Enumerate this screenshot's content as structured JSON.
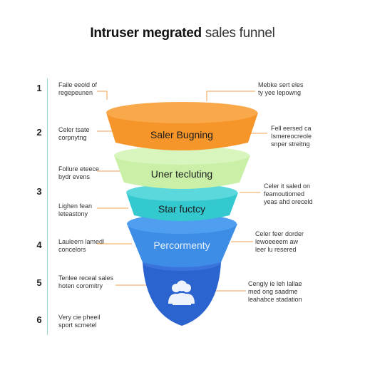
{
  "title": {
    "bold": "Intruser megrated",
    "light": " sales funnel"
  },
  "numbers": [
    "1",
    "2",
    "3",
    "4",
    "5",
    "6"
  ],
  "stages": [
    {
      "label": "Saler Bugning",
      "color": "#f6962a"
    },
    {
      "label": "Uner tecluting",
      "color": "#c9f0a6"
    },
    {
      "label": "Star fuctcy",
      "color": "#34c8cf"
    },
    {
      "label": "Percormenty",
      "color": "#3d8de6"
    },
    {
      "label": "",
      "color": "#2b63cf"
    }
  ],
  "left_notes": [
    "Faile eeold of\nregepeunen",
    "Celer tsate\ncorpnytng",
    "Follure eteece\nbydr evens",
    "Lighen fean\nleteastony",
    "Lauleern lamedl\nconcelors",
    "Tenlee receal sales\nhoten coromitry",
    "Very cie pheeil\nsport scmetel"
  ],
  "right_notes": [
    "Mebke sert eles\nty yee lepowng",
    "Fell eersed ca\nIsmereocreole\nsnper streitng",
    "Celer it saled on\nfeamoutiomed\nyeas ahd oreceld",
    "Celer feer dorder\nlewoeeeem aw\nleer lu resered",
    "Cengly ie leh lallae\nmed ong saadme\nleahabce stadation"
  ],
  "icon": "users-group-icon"
}
